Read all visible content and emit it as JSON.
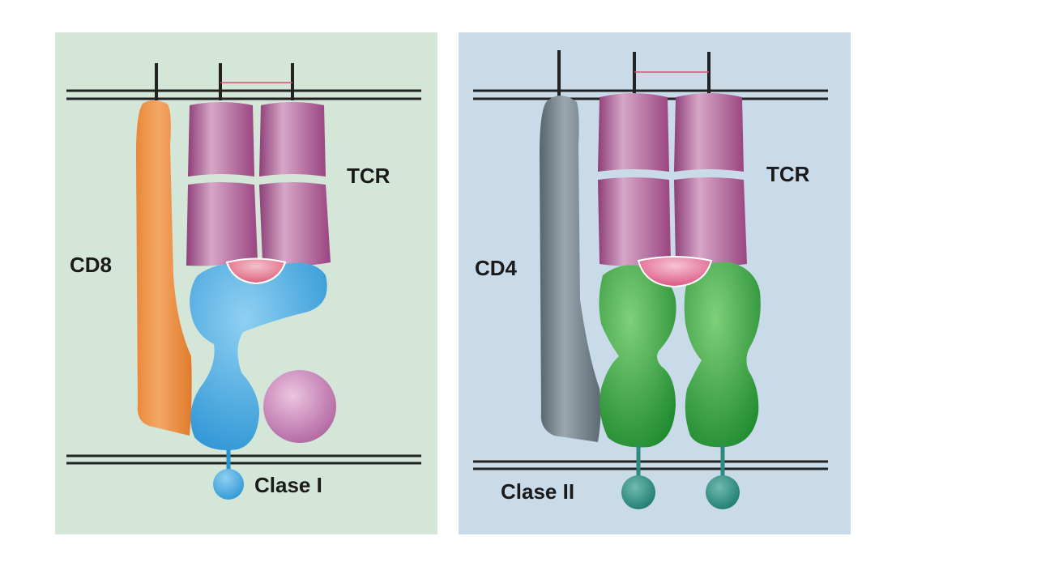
{
  "panels": [
    {
      "background": "#d3e6d7",
      "coreceptor_label": "CD8",
      "receptor_label": "TCR",
      "mhc_label": "Clase I",
      "coreceptor_color": "#e8873a",
      "mhc_color": "#3aa0db"
    },
    {
      "background": "#c9dbe9",
      "coreceptor_label": "CD4",
      "receptor_label": "TCR",
      "mhc_label": "Clase II",
      "coreceptor_color": "#6d7c84",
      "mhc_color": "#2f9a3a"
    }
  ],
  "colors": {
    "tcr": "#a24b88",
    "peptide": "#e07a96",
    "beta2m": "#c77bb4",
    "anchor_class_ii": "#2e8a80",
    "membrane": "#222222"
  }
}
